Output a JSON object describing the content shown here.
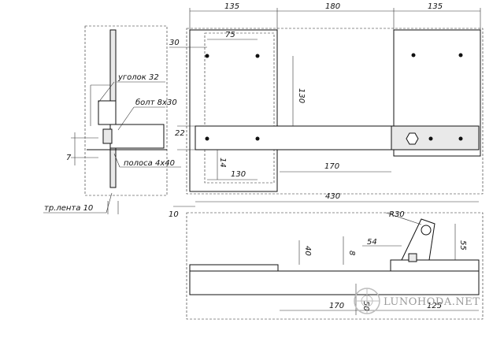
{
  "dimensions": {
    "top_135_left": "135",
    "top_180": "180",
    "top_135_right": "135",
    "d_30": "30",
    "d_75": "75",
    "d_130_vert": "130",
    "d_22": "22",
    "d_14": "14",
    "d_130_horiz": "130",
    "d_170_mid": "170",
    "d_430": "430",
    "d_10": "10",
    "d_7": "7",
    "d_r30": "R30",
    "d_54": "54",
    "d_55": "55",
    "d_40": "40",
    "d_8": "8",
    "d_170_bottom": "170",
    "d_125": "125",
    "d_50": "50"
  },
  "labels": {
    "ugolok": "уголок 32",
    "bolt": "болт 8х30",
    "polosa": "полоса 4х40",
    "tr_lenta": "тр.лента 10"
  },
  "watermark": "LUNOHODA.NET"
}
